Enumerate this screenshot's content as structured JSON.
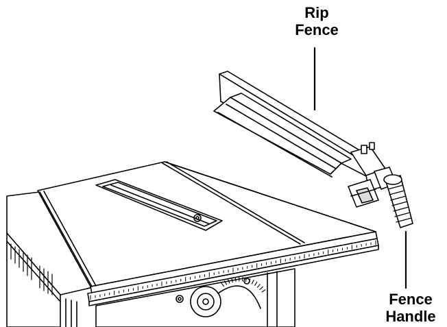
{
  "callouts": {
    "rip_fence": {
      "line1": "Rip",
      "line2": "Fence"
    },
    "fence_handle": {
      "line1": "Fence",
      "line2": "Handle"
    }
  },
  "colors": {
    "ink": "#000000",
    "paper": "#ffffff",
    "shade": "#dcdcdc"
  }
}
